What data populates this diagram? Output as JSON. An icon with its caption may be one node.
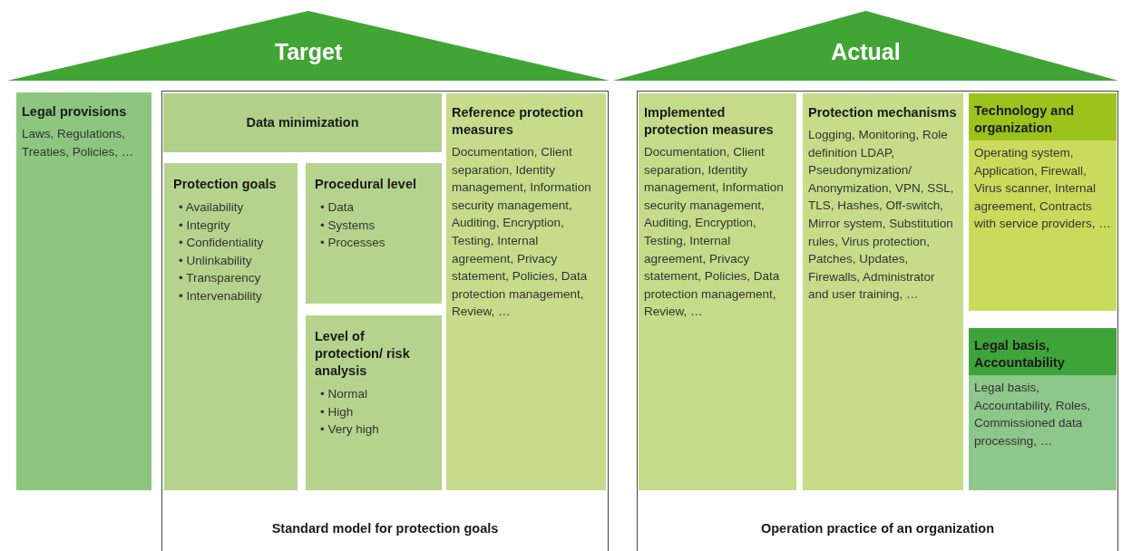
{
  "diagram": {
    "nodes": [
      {
        "text": [
          "Target"
        ]
      },
      {
        "text": [
          "Actual"
        ]
      },
      {
        "text": [
          "Legal provisions",
          "Laws, Regulations, Treaties, Policies, …"
        ]
      },
      {
        "text": [
          "Standard model for protection goals"
        ]
      },
      {
        "text": [
          "Data minimization"
        ],
        "in": 3
      },
      {
        "text": [
          "Protection goals",
          "• Availability",
          "• Integrity",
          "• Confidentiality",
          "• Unlinkability",
          "• Transparency",
          "• Intervenability"
        ],
        "in": 3
      },
      {
        "text": [
          "Procedural level",
          "• Data",
          "• Systems",
          "• Processes"
        ],
        "in": 3
      },
      {
        "text": [
          "Level of protection/ risk analysis",
          "• Normal",
          "• High",
          "• Very high"
        ],
        "in": 3
      },
      {
        "text": [
          "Reference protection measures",
          "Documentation, Client separation, Identity management, Information security management, Auditing, Encryption, Testing, Internal agreement, Privacy statement, Policies, Data protection management, Review, …"
        ],
        "in": 3
      },
      {
        "text": [
          "Operation practice of an organization"
        ]
      },
      {
        "text": [
          "Implemented protection measures",
          "Documentation, Client separation, Identity management, Information security management, Auditing, Encryption, Testing, Internal agreement, Privacy statement, Policies, Data protection management, Review, …"
        ],
        "in": 9
      },
      {
        "text": [
          "Protection mechanisms",
          "Logging, Monitoring, Role definition LDAP, Pseudonymization/ Anonymization, VPN, SSL, TLS, Hashes, Off-switch, Mirror system, Substitution rules, Virus protection, Patches, Updates, Firewalls, Administrator and user training, …"
        ],
        "in": 9
      },
      {
        "text": [
          "Technology and organization",
          "Operating system, Application, Firewall, Virus scanner, Internal agreement, Contracts with service providers, …"
        ],
        "in": 9
      },
      {
        "text": [
          "Legal basis, Accountability",
          "Legal basis, Accountability, Roles, Commissioned data processing, …"
        ],
        "in": 9
      }
    ],
    "edges": []
  }
}
